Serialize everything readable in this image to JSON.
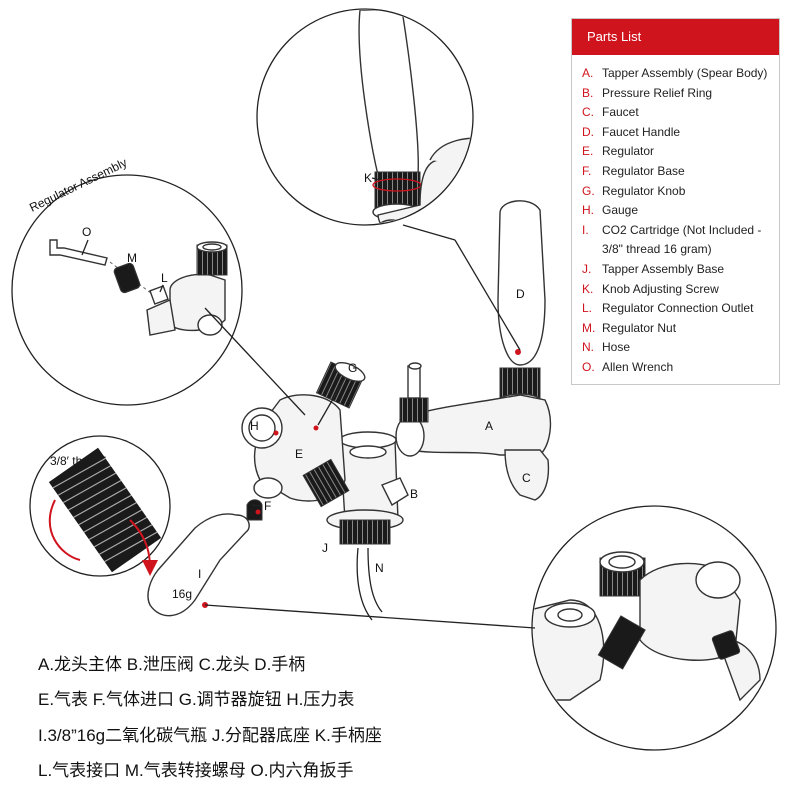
{
  "parts_list": {
    "title": "Parts List",
    "items": [
      {
        "letter": "A.",
        "text": "Tapper Assembly (Spear Body)"
      },
      {
        "letter": "B.",
        "text": "Pressure Relief Ring"
      },
      {
        "letter": "C.",
        "text": "Faucet"
      },
      {
        "letter": "D.",
        "text": "Faucet Handle"
      },
      {
        "letter": "E.",
        "text": "Regulator"
      },
      {
        "letter": "F.",
        "text": "Regulator Base"
      },
      {
        "letter": "G.",
        "text": "Regulator Knob"
      },
      {
        "letter": "H.",
        "text": "Gauge"
      },
      {
        "letter": "I.",
        "text": "CO2 Cartridge (Not Included -\n3/8\" thread 16 gram)"
      },
      {
        "letter": "J.",
        "text": "Tapper Assembly Base"
      },
      {
        "letter": "K.",
        "text": "Knob Adjusting Screw"
      },
      {
        "letter": "L.",
        "text": "Regulator Connection Outlet"
      },
      {
        "letter": "M.",
        "text": "Regulator Nut"
      },
      {
        "letter": "N.",
        "text": "Hose"
      },
      {
        "letter": "O.",
        "text": "Allen Wrench"
      }
    ]
  },
  "labels": {
    "regulator_assembly": "Regulator Assembly",
    "thread": "3/8′ thread",
    "cartridge_size": "16g",
    "a": "A",
    "b": "B",
    "c": "C",
    "d": "D",
    "e": "E",
    "f": "F",
    "g": "G",
    "h": "H",
    "i": "I",
    "j": "J",
    "k": "K",
    "l": "L",
    "m": "M",
    "n": "N",
    "o": "O"
  },
  "chinese_legend": [
    "A.龙头主体 B.泄压阀 C.龙头 D.手柄",
    "E.气表 F.气体进口 G.调节器旋钮 H.压力表",
    "I.3/8”16g二氧化碳气瓶 J.分配器底座 K.手柄座",
    "L.气表接口 M.气表转接螺母 O.内六角扳手"
  ],
  "colors": {
    "accent": "#d0141e",
    "text": "#111111",
    "border": "#c8c8c8"
  }
}
